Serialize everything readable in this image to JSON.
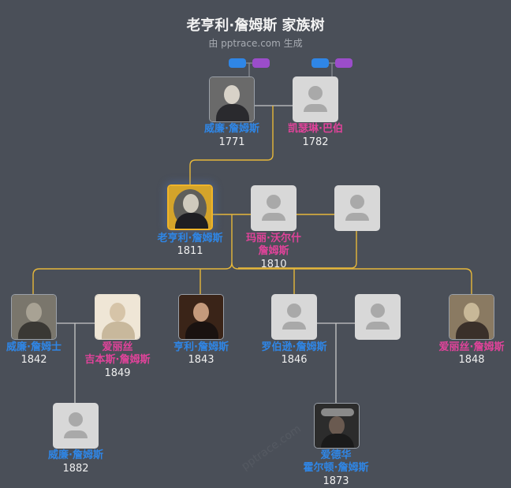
{
  "header": {
    "title": "老亨利·詹姆斯 家族树",
    "subtitle": "由 pptrace.com 生成"
  },
  "colors": {
    "background": "#4a4f58",
    "male": "#2f86e6",
    "female": "#e0439a",
    "descent_line": "#e6b73a",
    "spouse_line": "#c8c8c8",
    "ancestor_pill_father": "#2f86e6",
    "ancestor_pill_mother": "#9b4dca"
  },
  "people": [
    {
      "id": "p1",
      "name": "威廉·詹姆斯",
      "year": "1771",
      "gender": "male",
      "photo": true
    },
    {
      "id": "p2",
      "name": "凯瑟琳·巴伯",
      "year": "1782",
      "gender": "female",
      "photo": false
    },
    {
      "id": "p3",
      "name": "老亨利·詹姆斯",
      "year": "1811",
      "gender": "male",
      "photo": true,
      "selected": true
    },
    {
      "id": "p4",
      "name": "玛丽·沃尔什",
      "name2": "詹姆斯",
      "year": "1810",
      "gender": "female",
      "photo": false
    },
    {
      "id": "p5",
      "name": "",
      "year": "",
      "gender": "unknown",
      "photo": false
    },
    {
      "id": "p6",
      "name": "威廉·詹姆士",
      "year": "1842",
      "gender": "male",
      "photo": true
    },
    {
      "id": "p7",
      "name": "爱丽丝",
      "name2": "吉本斯·詹姆斯",
      "year": "1849",
      "gender": "female",
      "photo": true
    },
    {
      "id": "p8",
      "name": "亨利·詹姆斯",
      "year": "1843",
      "gender": "male",
      "photo": true
    },
    {
      "id": "p9",
      "name": "罗伯逊·詹姆斯",
      "year": "1846",
      "gender": "male",
      "photo": false
    },
    {
      "id": "p10",
      "name": "",
      "year": "",
      "gender": "unknown",
      "photo": false
    },
    {
      "id": "p11",
      "name": "爱丽丝·詹姆斯",
      "year": "1848",
      "gender": "female",
      "photo": true
    },
    {
      "id": "p12",
      "name": "威廉·詹姆斯",
      "year": "1882",
      "gender": "male",
      "photo": false
    },
    {
      "id": "p13",
      "name": "爱德华",
      "name2": "霍尔顿·詹姆斯",
      "year": "1873",
      "gender": "male",
      "photo": true
    }
  ],
  "watermark": "pptrace.com"
}
